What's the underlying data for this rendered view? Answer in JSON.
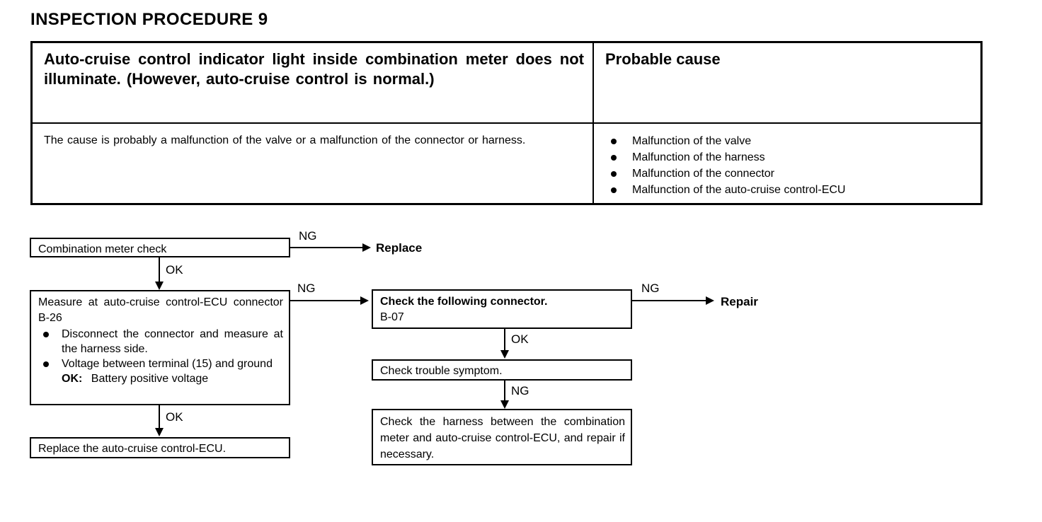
{
  "page": {
    "title": "INSPECTION PROCEDURE 9"
  },
  "symptom_table": {
    "headers": {
      "symptom": "Auto-cruise control indicator light inside combination meter does not illuminate. (However, auto-cruise control is normal.)",
      "probable_cause": "Probable cause"
    },
    "body": {
      "description": "The cause is probably a malfunction of the valve or a malfunction of the connector or harness.",
      "causes": [
        "Malfunction of the valve",
        "Malfunction of the harness",
        "Malfunction of the connector",
        "Malfunction of the auto-cruise control-ECU"
      ]
    }
  },
  "flowchart": {
    "nodes": {
      "combination_meter_check": "Combination meter check",
      "measure_ecu_heading": "Measure at auto-cruise control-ECU connector B-26",
      "measure_ecu_bullet_1": "Disconnect the connector and measure at the harness side.",
      "measure_ecu_bullet_2": "Voltage between terminal (15) and ground",
      "measure_ecu_ok_label": "OK:",
      "measure_ecu_ok_value": "Battery positive voltage",
      "replace_ecu": "Replace the auto-cruise control-ECU.",
      "check_connector_heading": "Check the following connector.",
      "check_connector_id": "B-07",
      "check_trouble_symptom": "Check trouble symptom.",
      "check_harness": "Check the harness between the combination meter and auto-cruise control-ECU, and repair if necessary."
    },
    "terminals": {
      "replace": "Replace",
      "repair": "Repair"
    },
    "edge_labels": {
      "ng_meter": "NG",
      "ok_meter": "OK",
      "ng_measure": "NG",
      "ok_measure": "OK",
      "ng_connector": "NG",
      "ok_connector": "OK",
      "ng_symptom": "NG"
    }
  }
}
